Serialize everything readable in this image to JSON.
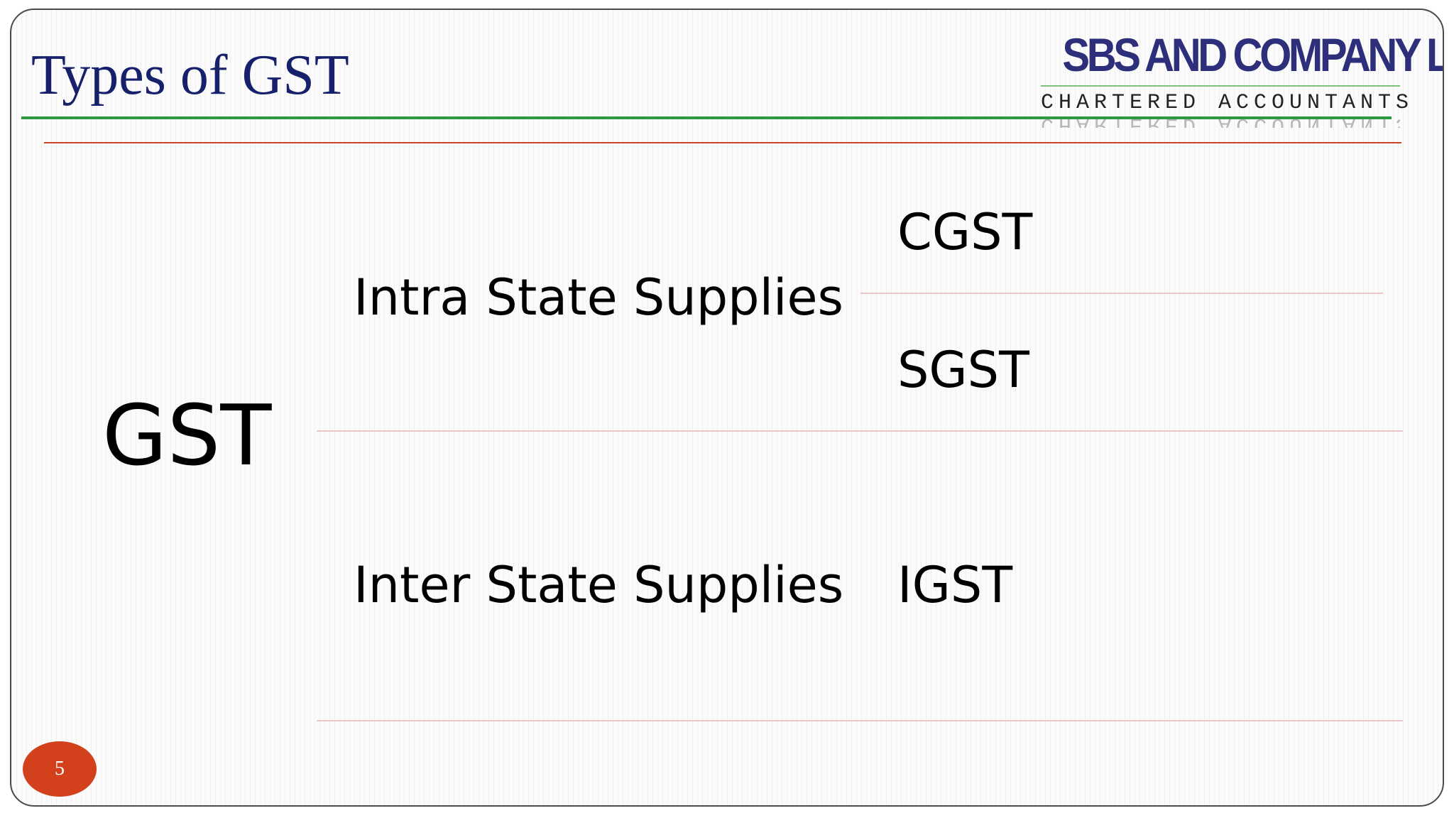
{
  "slide": {
    "title": "Types of GST",
    "logo": {
      "name": "SBS AND COMPANY LLP",
      "tagline": "CHARTERED ACCOUNTANTS"
    },
    "root": "GST",
    "branches": [
      {
        "label": "Intra State Supplies",
        "taxes": [
          "CGST",
          "SGST"
        ]
      },
      {
        "label": "Inter State Supplies",
        "taxes": [
          "IGST"
        ]
      }
    ],
    "page_number": "5"
  },
  "colors": {
    "title": "#16206b",
    "logo_name": "#2e2f7a",
    "green_rule": "#2e9a43",
    "red_rule": "#c9462c",
    "table_rule": "#ecc6c6",
    "page_badge": "#d2401c"
  }
}
